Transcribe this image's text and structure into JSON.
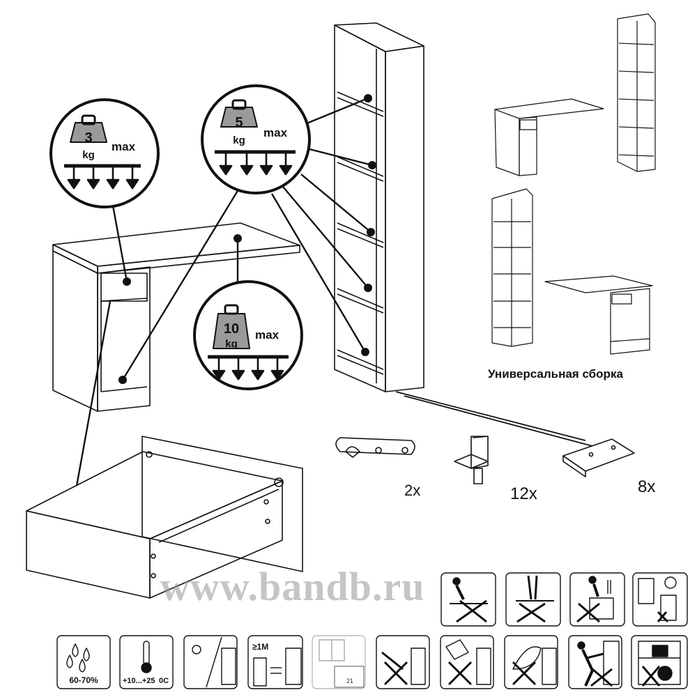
{
  "load_badges": [
    {
      "weight": "3",
      "unit": "kg",
      "label": "max"
    },
    {
      "weight": "5",
      "unit": "kg",
      "label": "max"
    },
    {
      "weight": "10",
      "unit": "kg",
      "label": "max"
    }
  ],
  "assembly_caption": "Универсальная сборка",
  "hardware": [
    {
      "item": "mounting-plate",
      "qty": "2x"
    },
    {
      "item": "shelf-support",
      "qty": "12x"
    },
    {
      "item": "foot-pad",
      "qty": "8x"
    }
  ],
  "care_icons": {
    "humidity": "60-70%",
    "temperature": "+10...+25",
    "temperature_unit": "0C",
    "distance": "≥1M",
    "grid_number": "21"
  },
  "watermark": "www.bandb.ru",
  "colors": {
    "line": "#111111",
    "weight_fill": "#9a9a9a",
    "watermark": "#969696"
  }
}
